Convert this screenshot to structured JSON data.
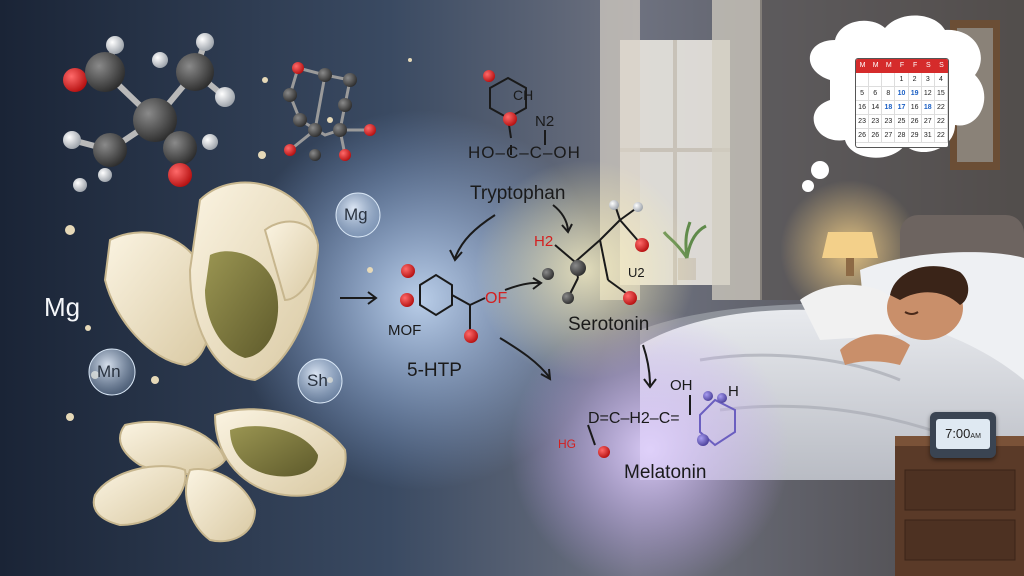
{
  "labels": {
    "mg_left": "Mg",
    "mg_bubble": "Mg",
    "mn_bubble": "Mn",
    "sh_bubble": "Sh",
    "tryptophan": "Tryptophan",
    "five_htp": "5-HTP",
    "serotonin": "Serotonin",
    "melatonin": "Melatonin"
  },
  "tryptophan_structure": {
    "ch": "CH",
    "n2": "N2",
    "backbone": "HO–C–C–OH"
  },
  "five_htp_structure": {
    "mof": "MOF",
    "of": "OF"
  },
  "serotonin_structure": {
    "h2": "H2",
    "u2": "U2"
  },
  "melatonin_structure": {
    "oh": "OH",
    "h": "H",
    "chain": "D=C–H2–C=",
    "hg": "HG"
  },
  "calendar": {
    "weekdays": [
      "M",
      "M",
      "M",
      "F",
      "F",
      "S",
      "S"
    ],
    "days": [
      "",
      "",
      "",
      "1",
      "2",
      "3",
      "4",
      "5",
      "6",
      "8",
      "10",
      "19",
      "12",
      "15",
      "16",
      "14",
      "18",
      "17",
      "16",
      "18",
      "22",
      "23",
      "23",
      "23",
      "25",
      "26",
      "27",
      "22",
      "26",
      "26",
      "27",
      "28",
      "29",
      "31",
      "22"
    ],
    "highlighted": [
      "10",
      "19",
      "18",
      "17"
    ]
  },
  "clock": {
    "time": "7:00",
    "suffix": "AM"
  },
  "colors": {
    "oxygen_red": "#d42020",
    "nitrogen_purple": "#6b5fc0",
    "carbon_gray": "#4a4a4a",
    "seed_cream": "#efe5cf",
    "seed_kernel": "#7f7a3e",
    "glow_blue": "#9fc3ff",
    "glow_purple": "#c9a8ff",
    "glow_yellow": "#fff2b0"
  }
}
